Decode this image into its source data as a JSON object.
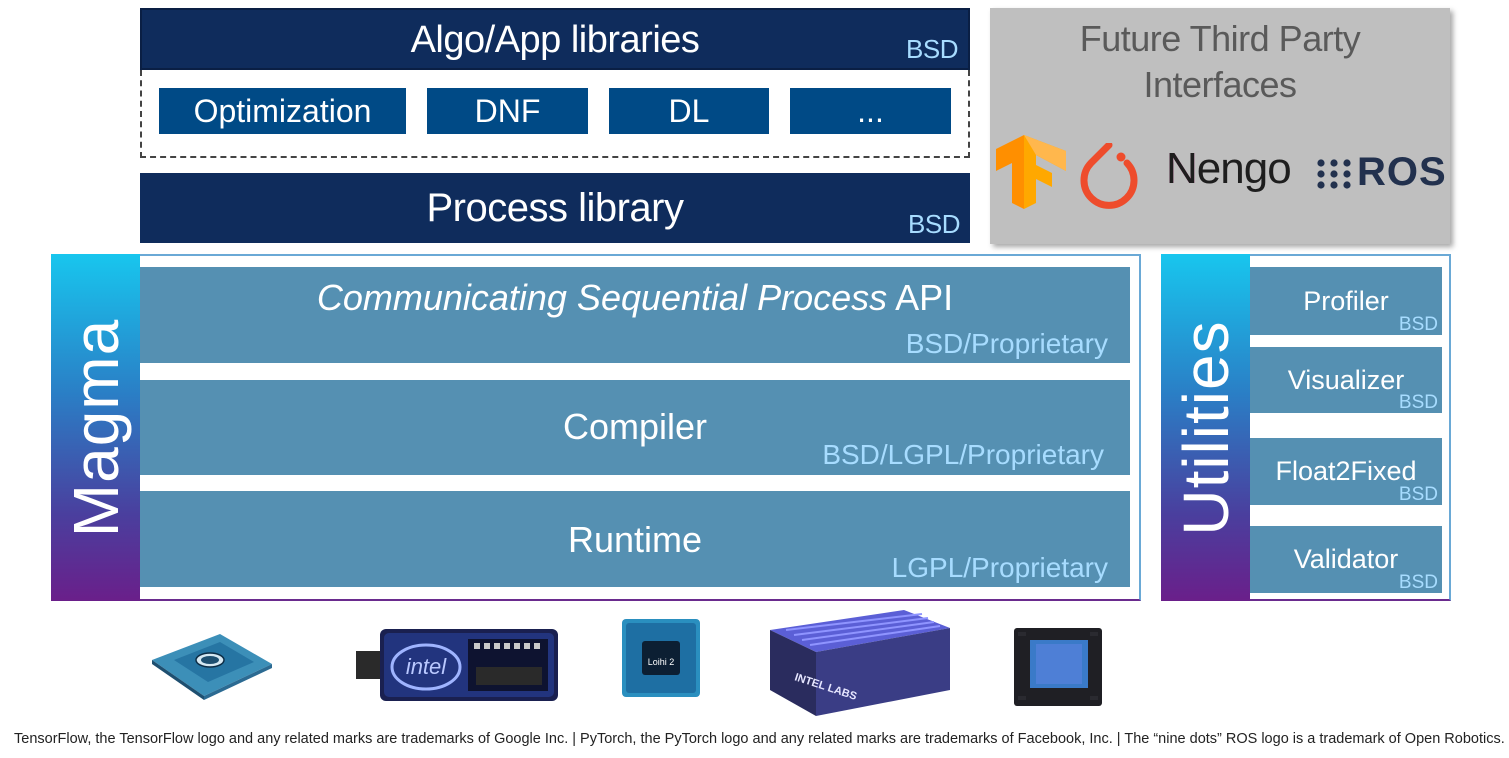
{
  "algo": {
    "title": "Algo/App libraries",
    "license": "BSD",
    "items": [
      "Optimization",
      "DNF",
      "DL",
      "..."
    ]
  },
  "process": {
    "title": "Process library",
    "license": "BSD"
  },
  "third_party": {
    "title_line1": "Future Third Party",
    "title_line2": "Interfaces",
    "logos": {
      "nengo": "Nengo",
      "ros": "ROS"
    }
  },
  "magma": {
    "label": "Magma",
    "layers": [
      {
        "title_italic": "Communicating Sequential Process",
        "title_rest": " API",
        "license": "BSD/Proprietary"
      },
      {
        "title": "Compiler",
        "license": "BSD/LGPL/Proprietary"
      },
      {
        "title": "Runtime",
        "license": "LGPL/Proprietary"
      }
    ]
  },
  "utilities": {
    "label": "Utilities",
    "items": [
      {
        "name": "Profiler",
        "license": "BSD"
      },
      {
        "name": "Visualizer",
        "license": "BSD"
      },
      {
        "name": "Float2Fixed",
        "license": "BSD"
      },
      {
        "name": "Validator",
        "license": "BSD"
      }
    ]
  },
  "hardware": {
    "chip_label": "Loihi 2",
    "board_label": "intel",
    "rack_label": "INTEL LABS"
  },
  "colors": {
    "navy": "#0f2c5c",
    "blue": "#004a86",
    "layer": "#5590b2",
    "license": "#a7dcff"
  },
  "footer": "TensorFlow, the TensorFlow logo and any related marks are trademarks of Google Inc. | PyTorch, the PyTorch logo and any related marks are trademarks of Facebook, Inc. | The “nine dots” ROS logo is a trademark of Open Robotics."
}
